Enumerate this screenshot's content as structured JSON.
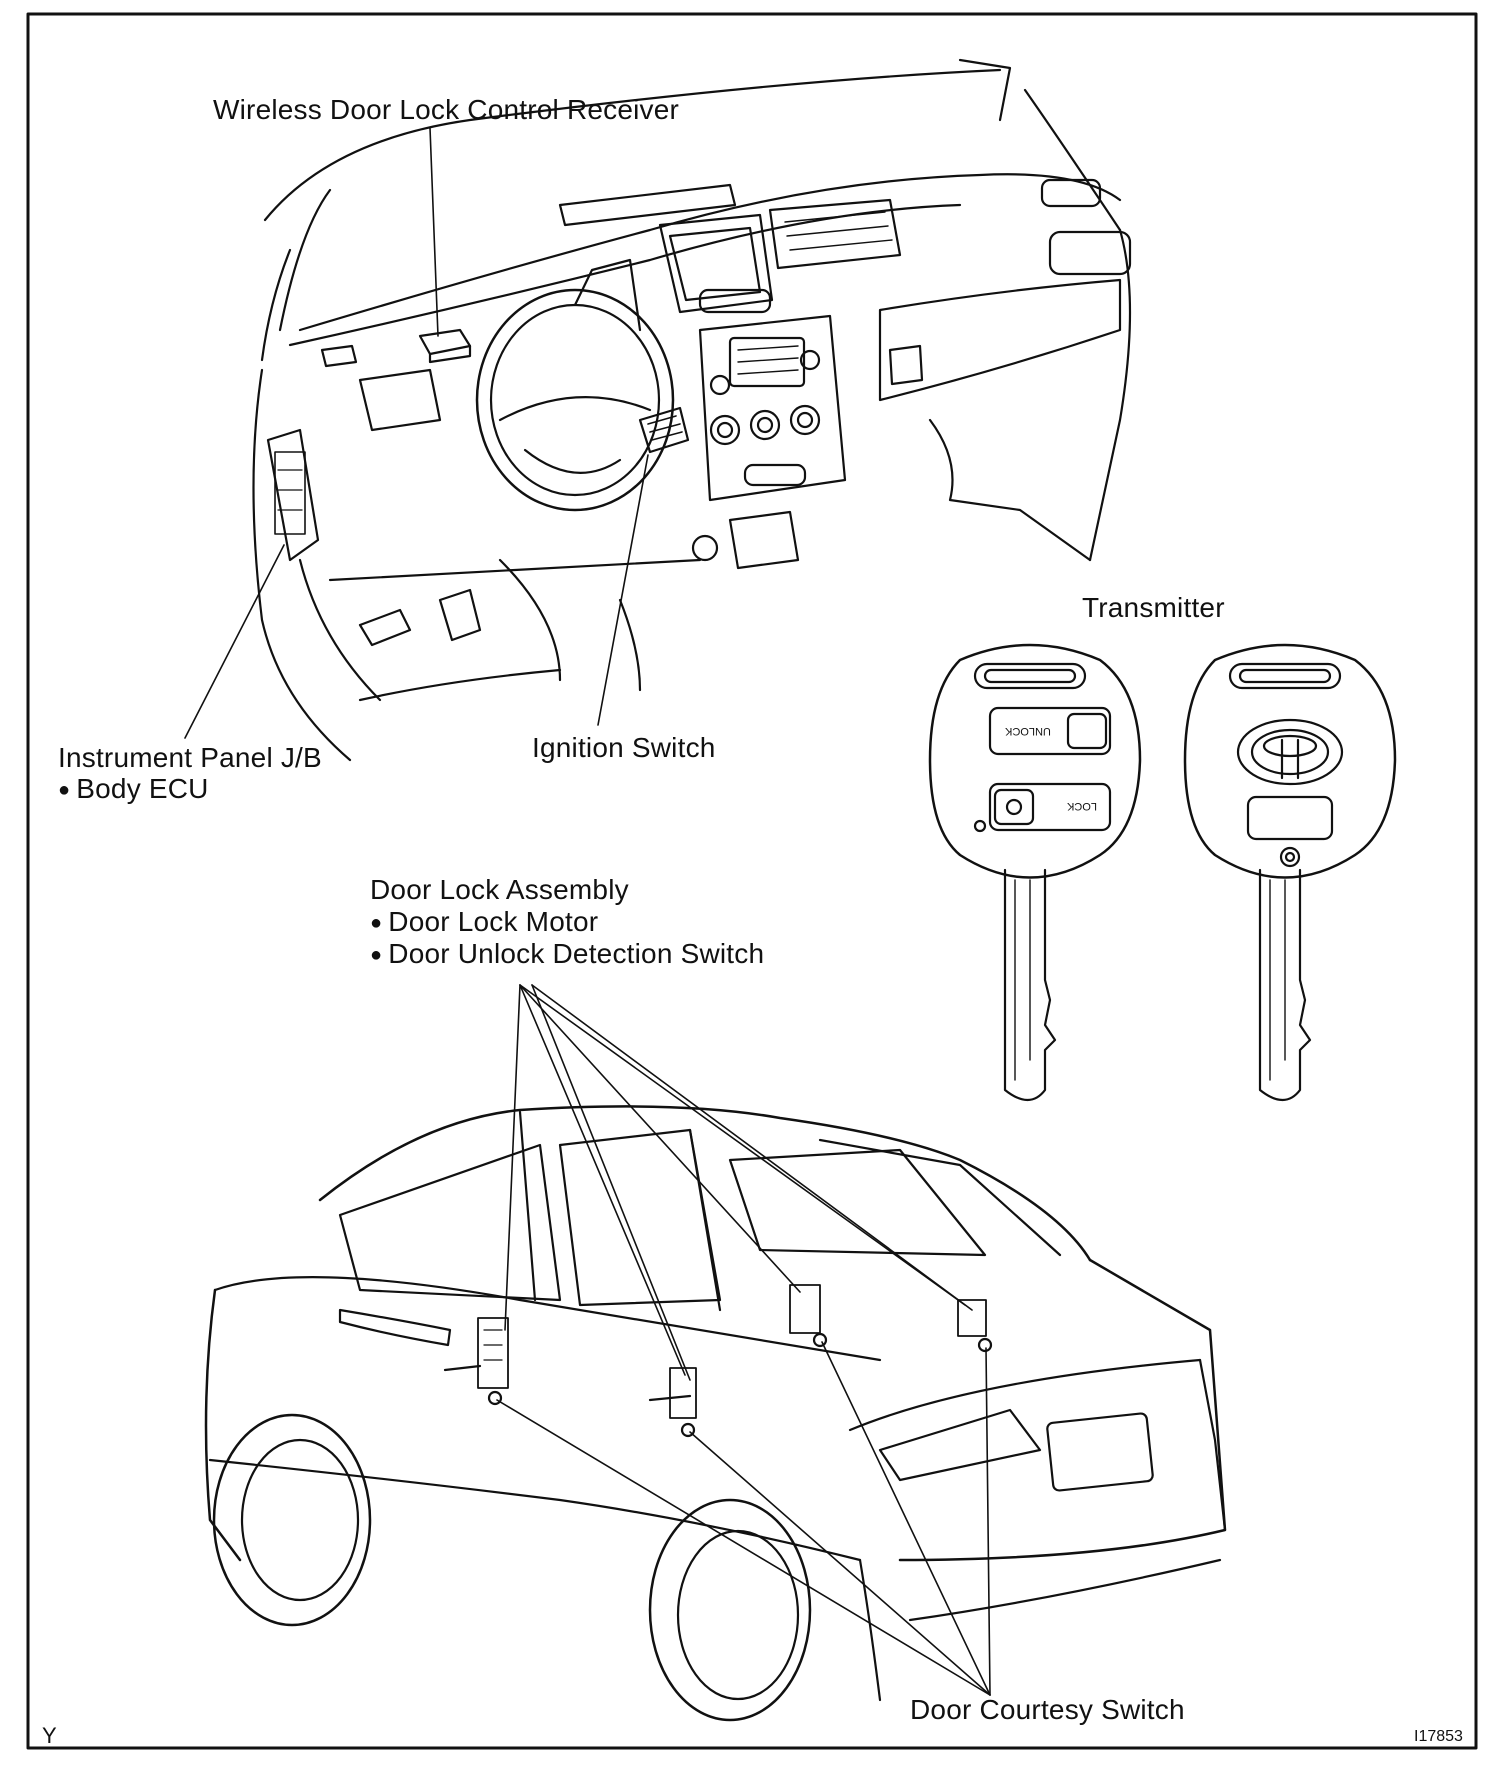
{
  "labels": {
    "wireless_receiver": "Wireless Door Lock Control Receiver",
    "transmitter": "Transmitter",
    "instrument_panel": "Instrument Panel J/B",
    "body_ecu": "Body ECU",
    "ignition_switch": "Ignition Switch",
    "door_lock_assembly": "Door Lock Assembly",
    "door_lock_motor": "Door Lock Motor",
    "door_unlock_detection": "Door Unlock Detection Switch",
    "door_courtesy_switch": "Door Courtesy Switch",
    "corner_left": "Y",
    "figure_code": "I17853"
  },
  "key": {
    "unlock_text": "UNLOCK",
    "lock_text": "LOCK"
  },
  "colors": {
    "ink": "#111111",
    "paper": "#ffffff"
  }
}
